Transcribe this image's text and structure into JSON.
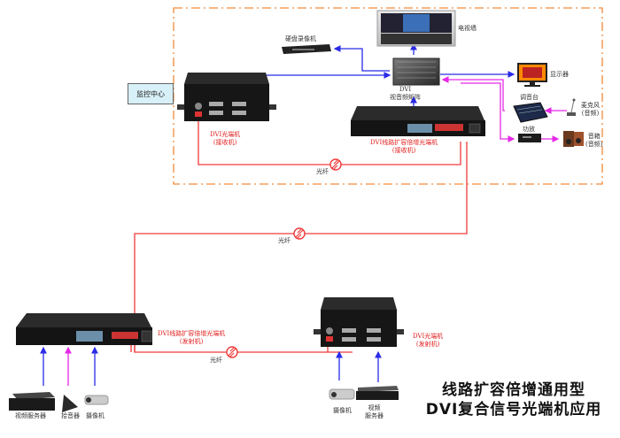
{
  "title": {
    "line1": "线路扩容倍增通用型",
    "line2": "DVI复合信号光端机应用"
  },
  "zone": {
    "label": "监控中心",
    "border_color": "#f28a3a"
  },
  "colors": {
    "fiber": "#f03a3a",
    "video": "#2a2ae8",
    "audio": "#e628e6",
    "device_dark": "#1a1a1a"
  },
  "devices": {
    "tv_wall": {
      "label": "电视墙",
      "icon": "tv-wall"
    },
    "dvr": {
      "label": "硬盘录像机",
      "icon": "dvr"
    },
    "matrix": {
      "label_line1": "DVI",
      "label_line2": "视音频矩阵",
      "icon": "matrix-switch"
    },
    "display": {
      "label": "显示器",
      "icon": "monitor"
    },
    "mixer": {
      "label": "调音台",
      "icon": "audio-mixer"
    },
    "microphone": {
      "label_line1": "麦克风",
      "label_line2": "(音频)",
      "icon": "microphone"
    },
    "amplifier": {
      "label": "功放",
      "icon": "amplifier"
    },
    "speaker": {
      "label_line1": "音箱",
      "label_line2": "(音频)",
      "icon": "speaker"
    },
    "rx_small": {
      "label_line1": "DVI光端机",
      "label_line2": "(接收机)",
      "icon": "fiber-transceiver-box"
    },
    "rx_rack": {
      "label_line1": "DVI线路扩容倍增光端机",
      "label_line2": "(接收机)",
      "icon": "fiber-transceiver-rack"
    },
    "tx_rack": {
      "label_line1": "DVI线路扩容倍增光端机",
      "label_line2": "(发射机)",
      "icon": "fiber-transceiver-rack"
    },
    "tx_small": {
      "label_line1": "DVI光端机",
      "label_line2": "(发射机)",
      "icon": "fiber-transceiver-box"
    },
    "video_server_left": {
      "label": "视频服务器",
      "icon": "server"
    },
    "pickup": {
      "label": "拾音器",
      "icon": "audio-pickup"
    },
    "camera_left": {
      "label": "摄像机",
      "icon": "camera"
    },
    "camera_right": {
      "label": "摄像机",
      "icon": "camera"
    },
    "video_server_right": {
      "label_line1": "视频",
      "label_line2": "服务器",
      "icon": "server"
    }
  },
  "fiber_labels": {
    "top": "光纤",
    "middle": "光纤",
    "bottom": "光纤"
  }
}
